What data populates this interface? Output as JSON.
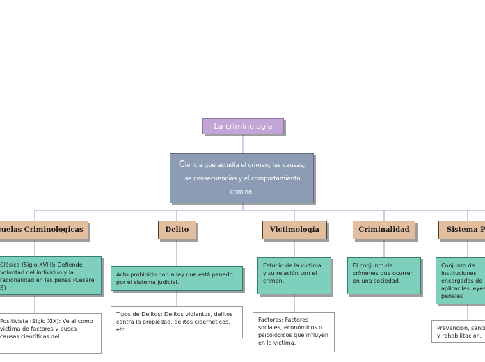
{
  "root": {
    "title": "La criminología"
  },
  "definition": {
    "first_letter": "C",
    "text": "iencia que estudia el crimen, las causas, las consecuencias y el comportamiento criminal"
  },
  "branches": [
    {
      "title": "Escuelas Criminológicas",
      "detail": "Clásica (Siglo XVIII): Defiende voluntad del individuo y la racionalidad en las penas (Cesare B)",
      "note": "Positivista (Siglo XIX): Ve al como víctima de factores y busca causas científicas del"
    },
    {
      "title": "Delito",
      "detail": "Acto prohibido por la ley que está penado por el sistema judicial.",
      "note": "Tipos de Delitos: Delitos violentos, delitos contra la propiedad, delitos cibernéticos, etc."
    },
    {
      "title": "Victimología",
      "detail": "Estudio de la víctima y su relación con el crimen.",
      "note": "Factores: Factores sociales, económicos o psicológicos que influyen en la víctima."
    },
    {
      "title": "Criminalidad",
      "detail": "El conjunto de crímenes que ocurren en una sociedad."
    },
    {
      "title": "Sistema Penal",
      "detail": "Conjunto de instituciones encargadas de aplicar las leyes penales",
      "note": "Prevención, sanción y rehabilitación."
    }
  ],
  "colors": {
    "root_fill": "#c3a4d6",
    "definition_fill": "#8c9cb4",
    "category_fill": "#e2bd9e",
    "detail_fill": "#7fcfbd",
    "connector": "#b48ccc"
  }
}
